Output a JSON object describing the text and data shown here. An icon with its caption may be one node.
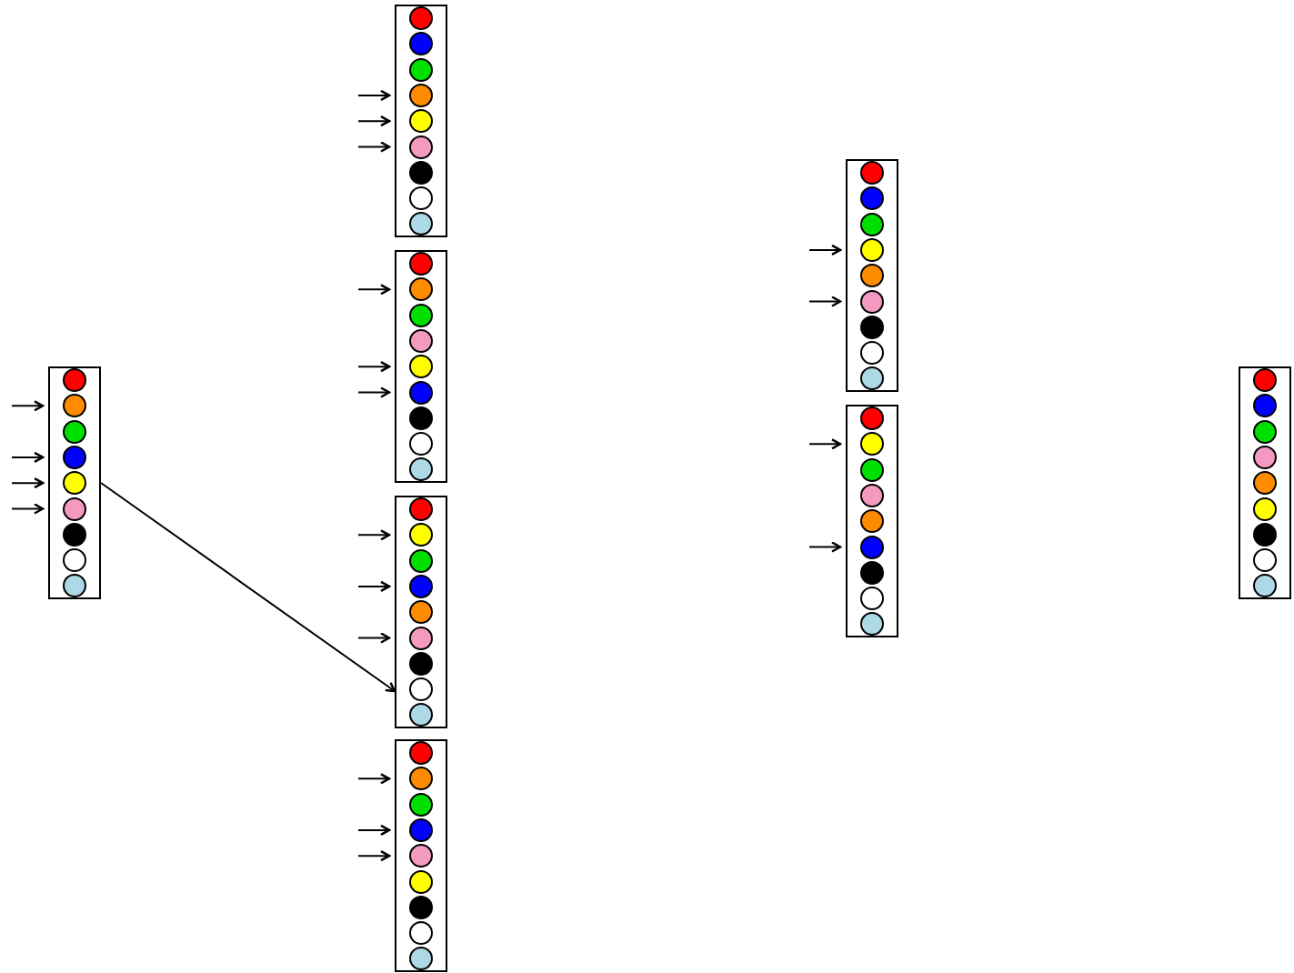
{
  "diagram": {
    "nodes": [
      {
        "text": [],
        "shape": "box"
      },
      {
        "text": [],
        "shape": "circle",
        "in": 0
      },
      {
        "text": [],
        "shape": "circle",
        "in": 0
      },
      {
        "text": [],
        "shape": "circle",
        "in": 0
      },
      {
        "text": [],
        "shape": "circle",
        "in": 0
      },
      {
        "text": [],
        "shape": "circle",
        "in": 0
      },
      {
        "text": [],
        "shape": "circle",
        "in": 0
      },
      {
        "text": [],
        "shape": "circle",
        "in": 0
      },
      {
        "text": [],
        "shape": "circle",
        "in": 0
      },
      {
        "text": [],
        "shape": "circle",
        "in": 0
      },
      {
        "text": [],
        "shape": "box"
      },
      {
        "text": [],
        "shape": "circle",
        "in": 10
      },
      {
        "text": [],
        "shape": "circle",
        "in": 10
      },
      {
        "text": [],
        "shape": "circle",
        "in": 10
      },
      {
        "text": [],
        "shape": "circle",
        "in": 10
      },
      {
        "text": [],
        "shape": "circle",
        "in": 10
      },
      {
        "text": [],
        "shape": "circle",
        "in": 10
      },
      {
        "text": [],
        "shape": "circle",
        "in": 10
      },
      {
        "text": [],
        "shape": "circle",
        "in": 10
      },
      {
        "text": [],
        "shape": "circle",
        "in": 10
      },
      {
        "text": [],
        "shape": "box"
      },
      {
        "text": [],
        "shape": "circle",
        "in": 20
      },
      {
        "text": [],
        "shape": "circle",
        "in": 20
      },
      {
        "text": [],
        "shape": "circle",
        "in": 20
      },
      {
        "text": [],
        "shape": "circle",
        "in": 20
      },
      {
        "text": [],
        "shape": "circle",
        "in": 20
      },
      {
        "text": [],
        "shape": "circle",
        "in": 20
      },
      {
        "text": [],
        "shape": "circle",
        "in": 20
      },
      {
        "text": [],
        "shape": "circle",
        "in": 20
      },
      {
        "text": [],
        "shape": "circle",
        "in": 20
      },
      {
        "text": [],
        "shape": "box"
      },
      {
        "text": [],
        "shape": "circle",
        "in": 30
      },
      {
        "text": [],
        "shape": "circle",
        "in": 30
      },
      {
        "text": [],
        "shape": "circle",
        "in": 30
      },
      {
        "text": [],
        "shape": "circle",
        "in": 30
      },
      {
        "text": [],
        "shape": "circle",
        "in": 30
      },
      {
        "text": [],
        "shape": "circle",
        "in": 30
      },
      {
        "text": [],
        "shape": "circle",
        "in": 30
      },
      {
        "text": [],
        "shape": "circle",
        "in": 30
      },
      {
        "text": [],
        "shape": "circle",
        "in": 30
      },
      {
        "text": [],
        "shape": "box"
      },
      {
        "text": [],
        "shape": "circle",
        "in": 40
      },
      {
        "text": [],
        "shape": "circle",
        "in": 40
      },
      {
        "text": [],
        "shape": "circle",
        "in": 40
      },
      {
        "text": [],
        "shape": "circle",
        "in": 40
      },
      {
        "text": [],
        "shape": "circle",
        "in": 40
      },
      {
        "text": [],
        "shape": "circle",
        "in": 40
      },
      {
        "text": [],
        "shape": "circle",
        "in": 40
      },
      {
        "text": [],
        "shape": "circle",
        "in": 40
      },
      {
        "text": [],
        "shape": "circle",
        "in": 40
      },
      {
        "text": [],
        "shape": "box"
      },
      {
        "text": [],
        "shape": "circle",
        "in": 50
      },
      {
        "text": [],
        "shape": "circle",
        "in": 50
      },
      {
        "text": [],
        "shape": "circle",
        "in": 50
      },
      {
        "text": [],
        "shape": "circle",
        "in": 50
      },
      {
        "text": [],
        "shape": "circle",
        "in": 50
      },
      {
        "text": [],
        "shape": "circle",
        "in": 50
      },
      {
        "text": [],
        "shape": "circle",
        "in": 50
      },
      {
        "text": [],
        "shape": "circle",
        "in": 50
      },
      {
        "text": [],
        "shape": "circle",
        "in": 50
      },
      {
        "text": [],
        "shape": "box"
      },
      {
        "text": [],
        "shape": "circle",
        "in": 60
      },
      {
        "text": [],
        "shape": "circle",
        "in": 60
      },
      {
        "text": [],
        "shape": "circle",
        "in": 60
      },
      {
        "text": [],
        "shape": "circle",
        "in": 60
      },
      {
        "text": [],
        "shape": "circle",
        "in": 60
      },
      {
        "text": [],
        "shape": "circle",
        "in": 60
      },
      {
        "text": [],
        "shape": "circle",
        "in": 60
      },
      {
        "text": [],
        "shape": "circle",
        "in": 60
      },
      {
        "text": [],
        "shape": "circle",
        "in": 60
      },
      {
        "text": [],
        "shape": "box"
      },
      {
        "text": [],
        "shape": "circle",
        "in": 70
      },
      {
        "text": [],
        "shape": "circle",
        "in": 70
      },
      {
        "text": [],
        "shape": "circle",
        "in": 70
      },
      {
        "text": [],
        "shape": "circle",
        "in": 70
      },
      {
        "text": [],
        "shape": "circle",
        "in": 70
      },
      {
        "text": [],
        "shape": "circle",
        "in": 70
      },
      {
        "text": [],
        "shape": "circle",
        "in": 70
      },
      {
        "text": [],
        "shape": "circle",
        "in": 70
      },
      {
        "text": [],
        "shape": "circle",
        "in": 70
      }
    ],
    "edges": [
      {
        "from": 0,
        "to": 30,
        "arrow": "to"
      },
      {
        "from": null,
        "to": 2,
        "arrow": "to"
      },
      {
        "from": null,
        "to": 4,
        "arrow": "to"
      },
      {
        "from": null,
        "to": 5,
        "arrow": "to"
      },
      {
        "from": null,
        "to": 6,
        "arrow": "to"
      },
      {
        "from": null,
        "to": 14,
        "arrow": "to"
      },
      {
        "from": null,
        "to": 15,
        "arrow": "to"
      },
      {
        "from": null,
        "to": 16,
        "arrow": "to"
      },
      {
        "from": null,
        "to": 22,
        "arrow": "to"
      },
      {
        "from": null,
        "to": 25,
        "arrow": "to"
      },
      {
        "from": null,
        "to": 26,
        "arrow": "to"
      },
      {
        "from": null,
        "to": 32,
        "arrow": "to"
      },
      {
        "from": null,
        "to": 34,
        "arrow": "to"
      },
      {
        "from": null,
        "to": 36,
        "arrow": "to"
      },
      {
        "from": null,
        "to": 42,
        "arrow": "to"
      },
      {
        "from": null,
        "to": 44,
        "arrow": "to"
      },
      {
        "from": null,
        "to": 45,
        "arrow": "to"
      },
      {
        "from": null,
        "to": 54,
        "arrow": "to"
      },
      {
        "from": null,
        "to": 56,
        "arrow": "to"
      },
      {
        "from": null,
        "to": 62,
        "arrow": "to"
      },
      {
        "from": null,
        "to": 66,
        "arrow": "to"
      }
    ]
  }
}
